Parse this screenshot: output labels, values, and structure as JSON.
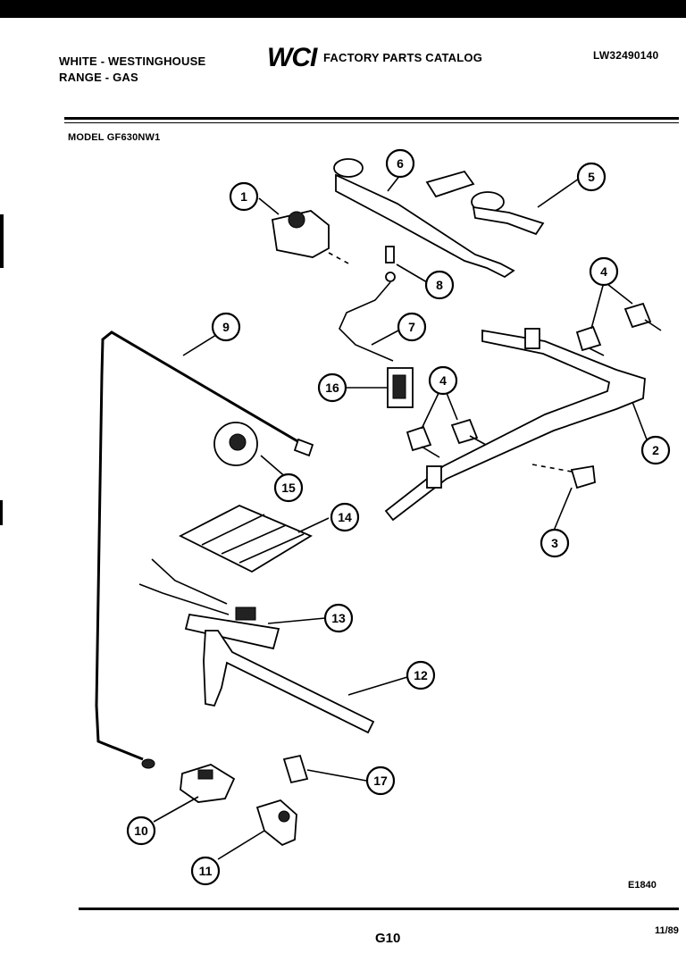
{
  "header": {
    "brand_line1": "WHITE - WESTINGHOUSE",
    "brand_line2": "RANGE - GAS",
    "logo_text": "WCI",
    "catalog_title": "FACTORY PARTS CATALOG",
    "catalog_number": "LW32490140",
    "model": "MODEL GF630NW1"
  },
  "footer": {
    "drawing_code": "E1840",
    "page": "G10",
    "date": "11/89"
  },
  "callouts": [
    "1",
    "2",
    "3",
    "4",
    "4",
    "5",
    "6",
    "7",
    "8",
    "9",
    "10",
    "11",
    "12",
    "13",
    "14",
    "15",
    "16",
    "17"
  ]
}
